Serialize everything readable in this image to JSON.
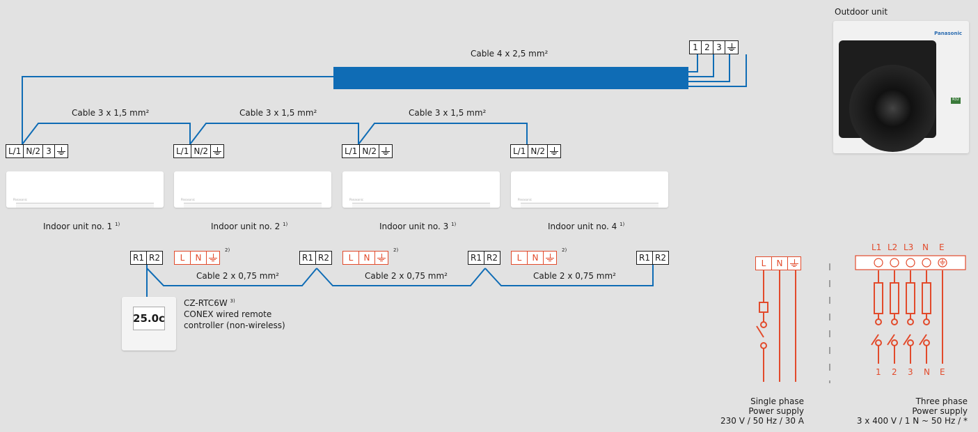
{
  "outdoor": {
    "label": "Outdoor unit",
    "brand": "Panasonic",
    "badge": "R32"
  },
  "main_cable": "Cable 4 x 2,5 mm²",
  "outdoor_terminals": [
    "1",
    "2",
    "3"
  ],
  "indoor_terminals": {
    "unit1": [
      "L/1",
      "N/2",
      "3"
    ],
    "other": [
      "L/1",
      "N/2"
    ]
  },
  "indoor_cables": [
    "Cable 3 x 1,5 mm²",
    "Cable 3 x 1,5 mm²",
    "Cable 3 x 1,5 mm²"
  ],
  "indoor_units": [
    {
      "label": "Indoor unit no. 1",
      "note": "1)"
    },
    {
      "label": "Indoor unit no. 2",
      "note": "1)"
    },
    {
      "label": "Indoor unit no. 3",
      "note": "1)"
    },
    {
      "label": "Indoor unit no. 4",
      "note": "1)"
    }
  ],
  "remote_terminals": [
    "R1",
    "R2"
  ],
  "power_terminals": [
    "L",
    "N"
  ],
  "power_note": "2)",
  "remote_cables": [
    "Cable 2 x 0,75 mm²",
    "Cable 2 x 0,75 mm²",
    "Cable 2 x 0,75 mm²"
  ],
  "controller": {
    "model": "CZ-RTC6W",
    "note": "3)",
    "line2": "CONEX wired remote",
    "line3": "controller (non-wireless)",
    "display": "25.0c"
  },
  "single_phase": {
    "terminals": [
      "L",
      "N"
    ],
    "line1": "Single phase",
    "line2": "Power supply",
    "line3": "230 V / 50 Hz / 30 A"
  },
  "three_phase": {
    "top_labels": [
      "L1",
      "L2",
      "L3",
      "N",
      "E"
    ],
    "bottom_labels": [
      "1",
      "2",
      "3",
      "N",
      "E"
    ],
    "line1": "Three phase",
    "line2": "Power supply",
    "line3": "3 x 400 V / 1 N ~ 50 Hz / *"
  },
  "colors": {
    "cable": "#0f6cb5",
    "power": "#e24a2b",
    "bg": "#e2e2e2"
  }
}
